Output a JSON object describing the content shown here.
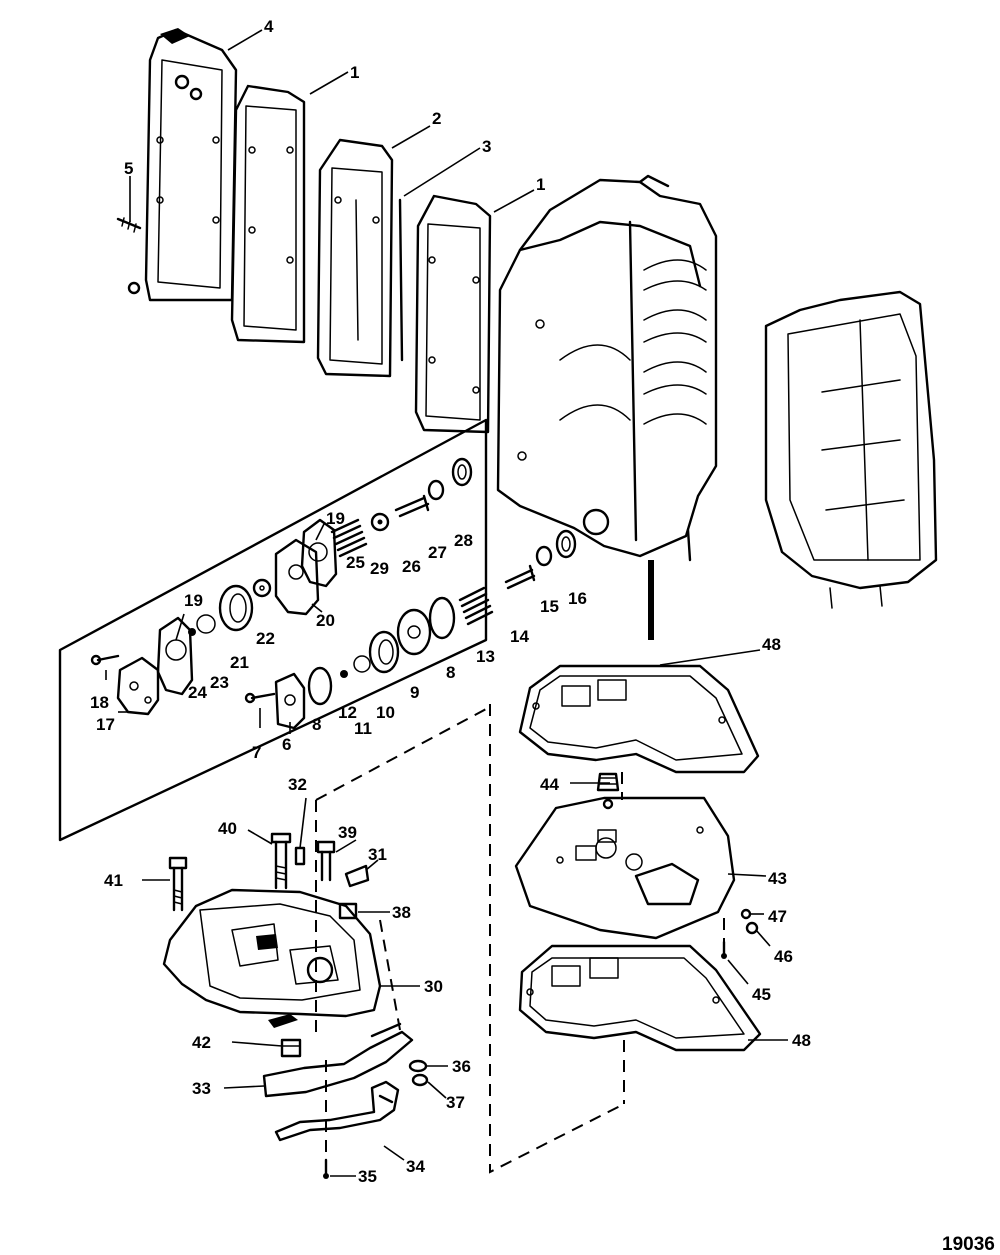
{
  "figure_number": "19036",
  "callouts": [
    "1",
    "1",
    "2",
    "3",
    "4",
    "5",
    "6",
    "7",
    "8",
    "8",
    "9",
    "10",
    "11",
    "12",
    "13",
    "14",
    "15",
    "16",
    "17",
    "18",
    "19",
    "19",
    "20",
    "21",
    "22",
    "23",
    "24",
    "25",
    "26",
    "27",
    "28",
    "29",
    "30",
    "31",
    "32",
    "33",
    "34",
    "35",
    "36",
    "37",
    "38",
    "39",
    "40",
    "41",
    "42",
    "43",
    "44",
    "45",
    "46",
    "47",
    "48",
    "48"
  ]
}
